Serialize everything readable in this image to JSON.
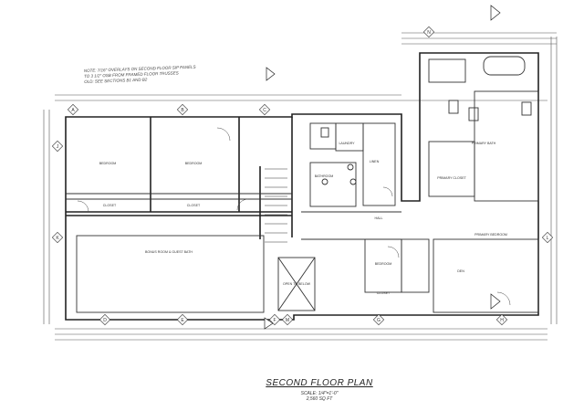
{
  "plan": {
    "title": "SECOND FLOOR PLAN",
    "scale": "SCALE: 1/4\"=1'-0\"",
    "area": "2,560 SQ FT"
  },
  "note": {
    "lines": [
      "NOTE: 7/16\" OVERLAYS ON SECOND FLOOR SIP PANELS",
      "TO 3 1/2\" OSB FROM FRAMED FLOOR TRUSSES",
      "OLD: SEE SECTIONS B1 AND B2"
    ]
  },
  "rooms": {
    "bedroom_1": "BEDROOM",
    "bedroom_2": "BEDROOM",
    "closet_1": "CLOSET",
    "closet_2": "CLOSET",
    "bonus_room": "BONUS ROOM & GUEST BATH",
    "bathroom": "BATHROOM",
    "laundry": "LAUNDRY",
    "linen": "LINEN",
    "hall": "HALL",
    "bedroom_3": "BEDROOM",
    "primary_bath": "PRIMARY BATH",
    "primary_closet": "PRIMARY CLOSET",
    "primary_bedroom": "PRIMARY BEDROOM",
    "open_to_below": "OPEN TO BELOW",
    "den": "DEN",
    "closet_3": "CLOSET"
  },
  "markers": {
    "grid_letters": [
      "A",
      "B",
      "C",
      "D",
      "E",
      "F",
      "G",
      "H",
      "J",
      "K",
      "L",
      "M",
      "N"
    ]
  }
}
